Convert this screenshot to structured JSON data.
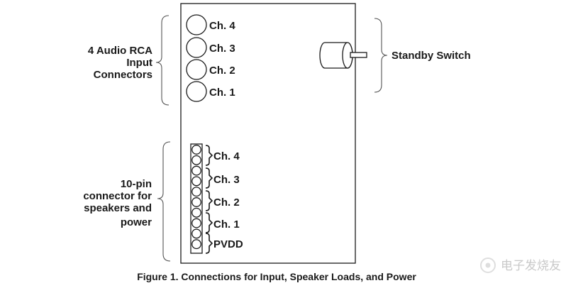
{
  "diagram": {
    "rca_group_label": [
      "4 Audio RCA",
      "Input",
      "Connectors"
    ],
    "rca_channels": [
      "Ch. 4",
      "Ch. 3",
      "Ch. 2",
      "Ch. 1"
    ],
    "standby_label": "Standby Switch",
    "pin_group_label": [
      "10-pin",
      "connector for",
      "speakers and",
      "power"
    ],
    "pin_groups": [
      "Ch. 4",
      "Ch. 3",
      "Ch. 2",
      "Ch. 1",
      "PVDD"
    ],
    "caption": "Figure 1. Connections for Input, Speaker Loads, and Power",
    "watermark": "电子发烧友"
  }
}
